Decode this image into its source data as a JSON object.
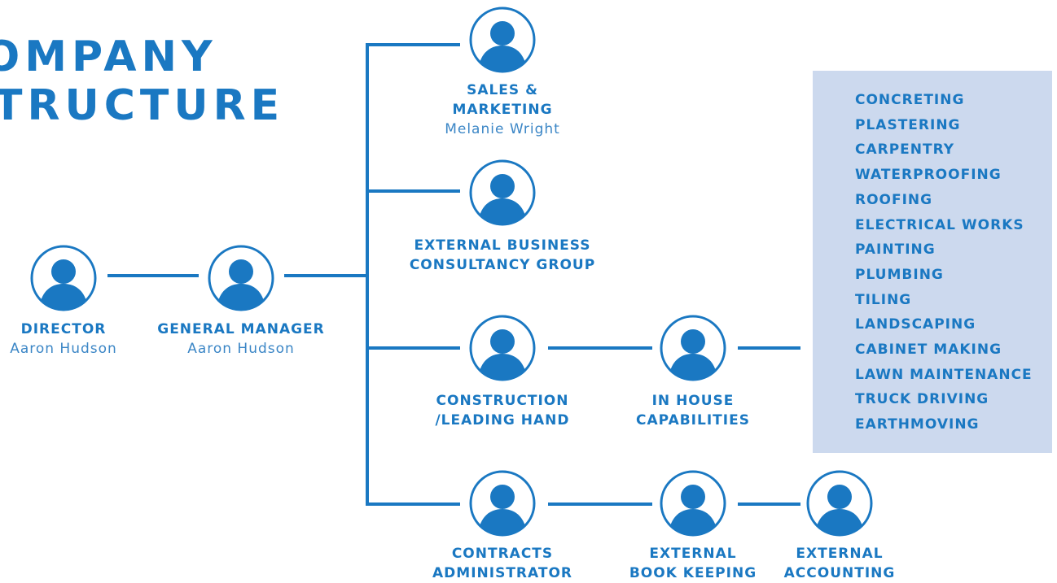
{
  "title": {
    "line1": "OMPANY",
    "line2": "TRUCTURE"
  },
  "colors": {
    "primary": "#1a78c2",
    "panel_background": "#ccd9ee",
    "person_text": "#3b86c6"
  },
  "nodes": {
    "director": {
      "role": "DIRECTOR",
      "person": "Aaron Hudson",
      "icon": "person-icon"
    },
    "general_manager": {
      "role": "GENERAL MANAGER",
      "person": "Aaron Hudson",
      "icon": "person-icon"
    },
    "sales_marketing": {
      "role_line1": "SALES &",
      "role_line2": "MARKETING",
      "person": "Melanie Wright",
      "icon": "person-icon"
    },
    "external_business": {
      "role_line1": "EXTERNAL BUSINESS",
      "role_line2": "CONSULTANCY GROUP",
      "icon": "person-icon"
    },
    "construction": {
      "role_line1": "CONSTRUCTION",
      "role_line2": "/LEADING HAND",
      "icon": "person-icon"
    },
    "in_house": {
      "role_line1": "IN HOUSE",
      "role_line2": "CAPABILITIES",
      "icon": "person-icon"
    },
    "contracts": {
      "role_line1": "CONTRACTS",
      "role_line2": "ADMINISTRATOR",
      "icon": "person-icon"
    },
    "book_keeping": {
      "role_line1": "EXTERNAL",
      "role_line2": "BOOK KEEPING",
      "icon": "person-icon"
    },
    "accounting": {
      "role_line1": "EXTERNAL",
      "role_line2": "ACCOUNTING",
      "icon": "person-icon"
    }
  },
  "capabilities": [
    "CONCRETING",
    "PLASTERING",
    "CARPENTRY",
    "WATERPROOFING",
    "ROOFING",
    "ELECTRICAL WORKS",
    "PAINTING",
    "PLUMBING",
    "TILING",
    "LANDSCAPING",
    "CABINET MAKING",
    "LAWN MAINTENANCE",
    "TRUCK DRIVING",
    "EARTHMOVING"
  ]
}
